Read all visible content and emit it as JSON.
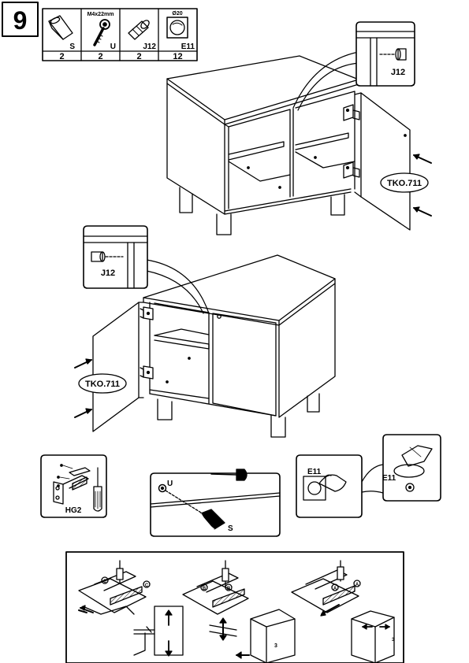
{
  "step": {
    "number": "9"
  },
  "parts": [
    {
      "code": "S",
      "qty": "2",
      "size": "",
      "icon": "cam-lock-icon"
    },
    {
      "code": "U",
      "qty": "2",
      "size": "M4x22mm",
      "icon": "screw-icon"
    },
    {
      "code": "J12",
      "qty": "2",
      "size": "",
      "icon": "dowel-icon"
    },
    {
      "code": "E11",
      "qty": "12",
      "size": "Ø20",
      "icon": "cover-cap-icon"
    }
  ],
  "callouts": {
    "top_right_part": "J12",
    "middle_left_part": "J12",
    "door_label_top": "TKO.711",
    "door_label_middle": "TKO.711",
    "hinge_part": "HG2",
    "screw_top": "U",
    "screw_bottom": "S",
    "cap_left": "E11",
    "cap_right": "E11"
  },
  "adjust": {
    "markers": [
      "C",
      "C",
      "B",
      "B",
      "A",
      "A"
    ],
    "door_number": "3"
  }
}
